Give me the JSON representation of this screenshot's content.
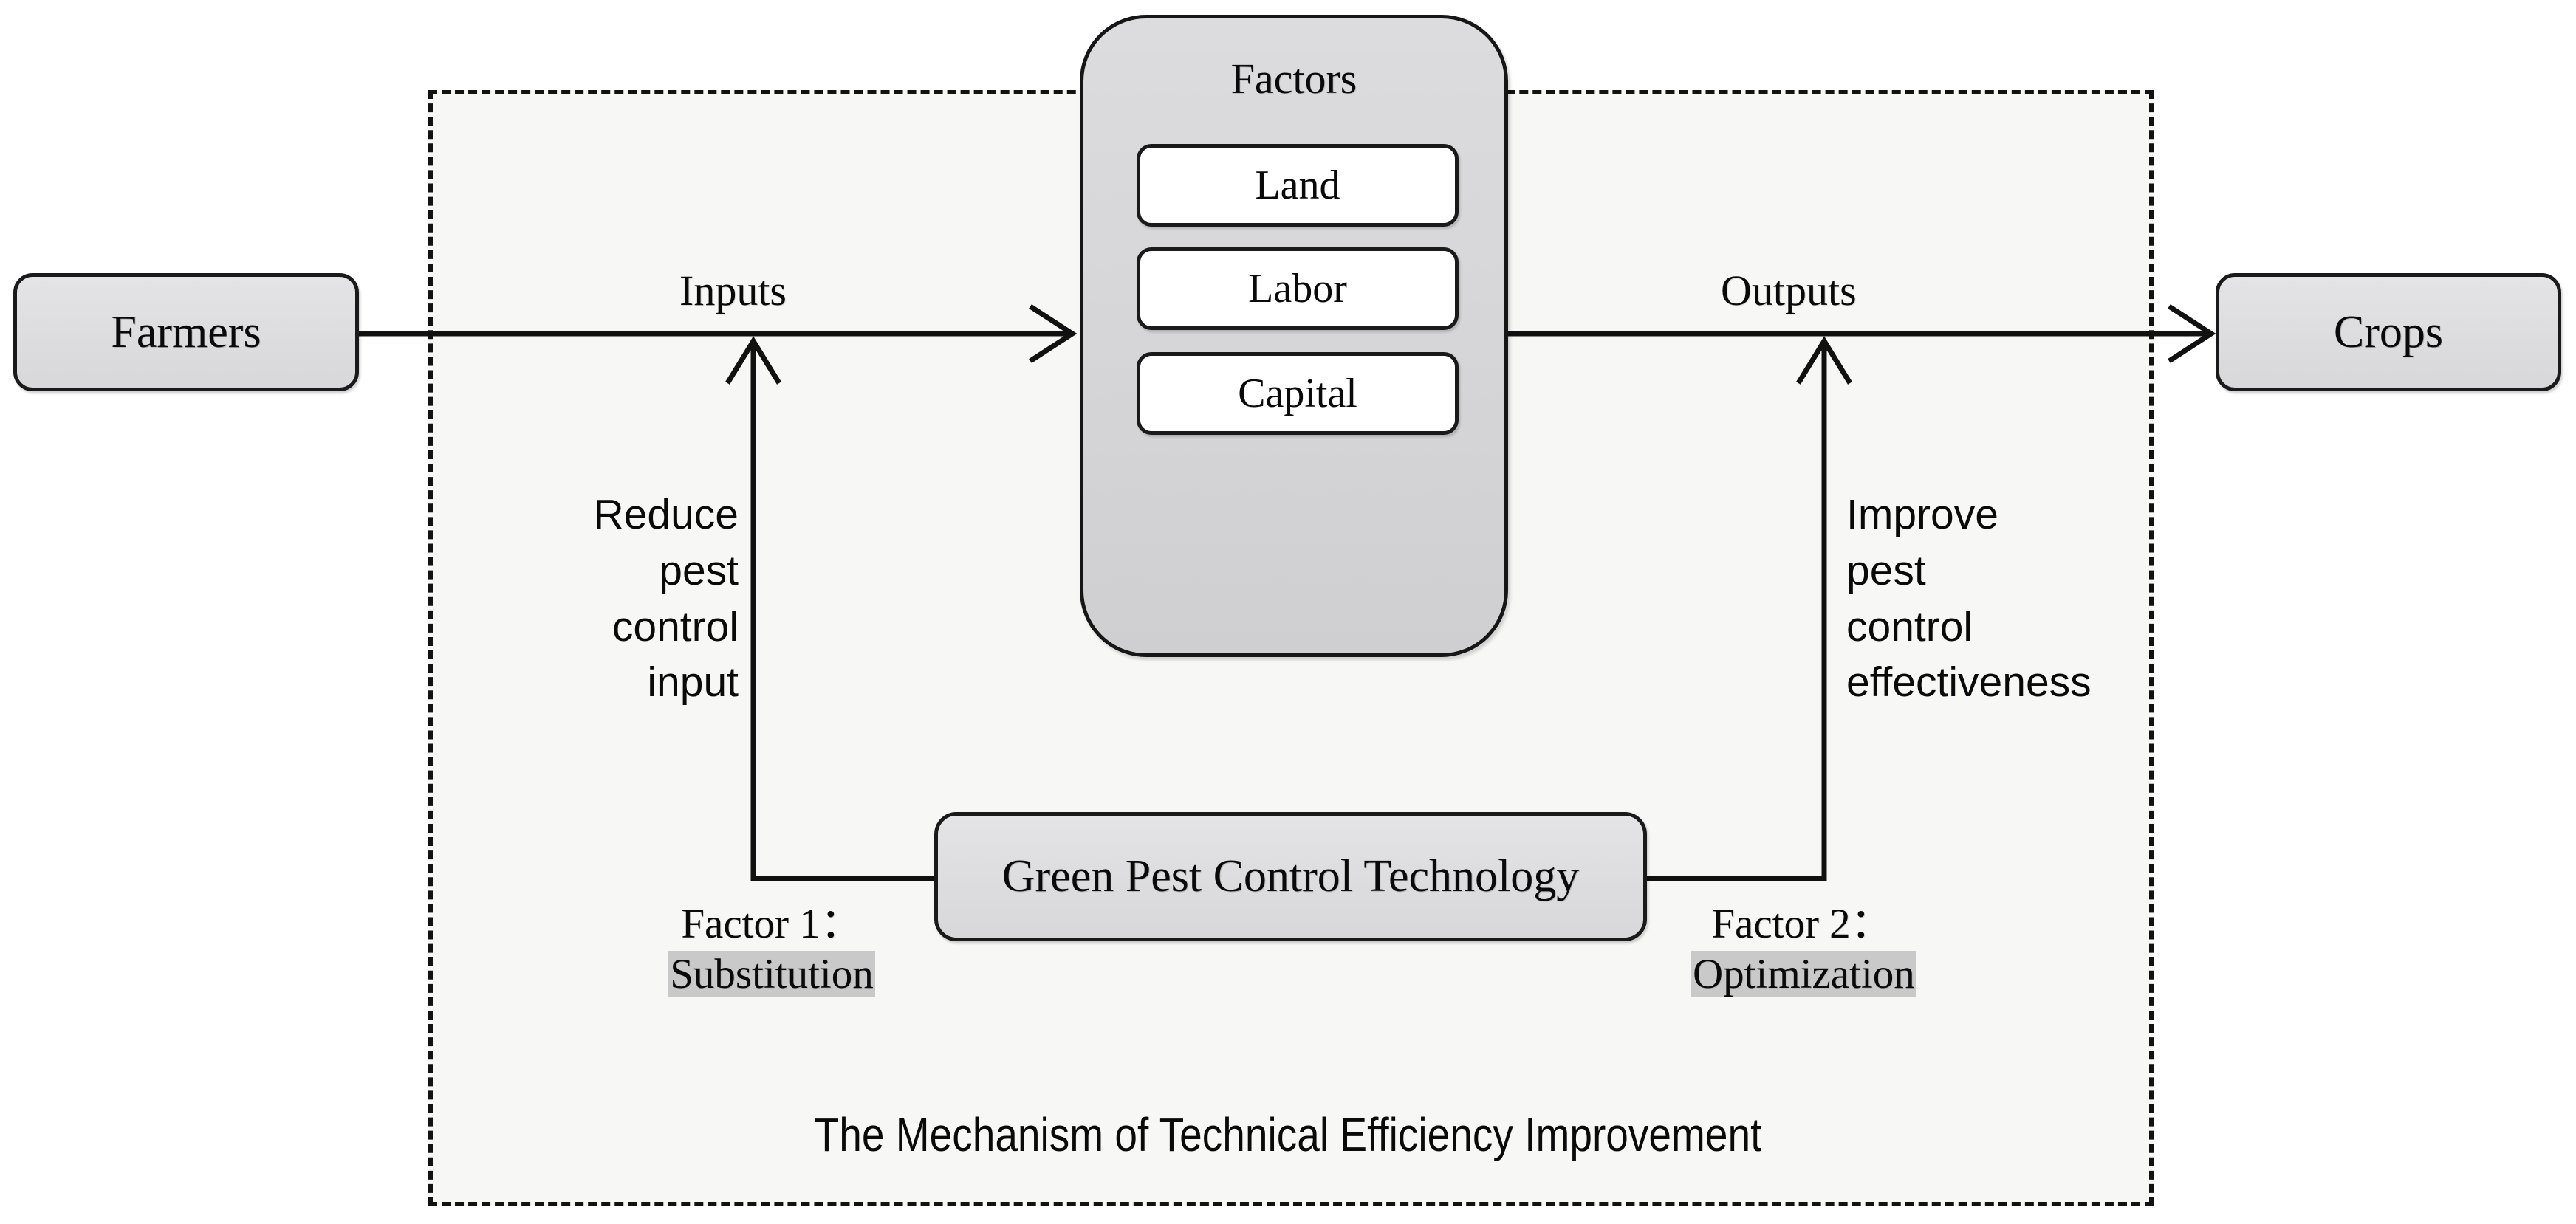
{
  "diagram": {
    "title": "The Mechanism of Technical Efficiency Improvement",
    "nodes": {
      "farmers": "Farmers",
      "crops": "Crops",
      "technology": "Green Pest Control Technology"
    },
    "factors_panel": {
      "title": "Factors",
      "items": [
        "Land",
        "Labor",
        "Capital"
      ]
    },
    "flow_labels": {
      "inputs": "Inputs",
      "outputs": "Outputs"
    },
    "annotations": {
      "left": "Reduce\npest\ncontrol\ninput",
      "right": "Improve\npest\ncontrol\neffectiveness"
    },
    "factor_captions": {
      "factor1_label": "Factor 1：",
      "factor1_value": "Substitution",
      "factor2_label": "Factor 2：",
      "factor2_value": "Optimization"
    },
    "colors": {
      "region_fill": "#f7f7f5",
      "node_fill": "#dedee0",
      "panel_fill": "#d6d6d8",
      "inner_box_fill": "#ffffff",
      "stroke": "#161616",
      "highlight": "#c9c9c9"
    }
  }
}
